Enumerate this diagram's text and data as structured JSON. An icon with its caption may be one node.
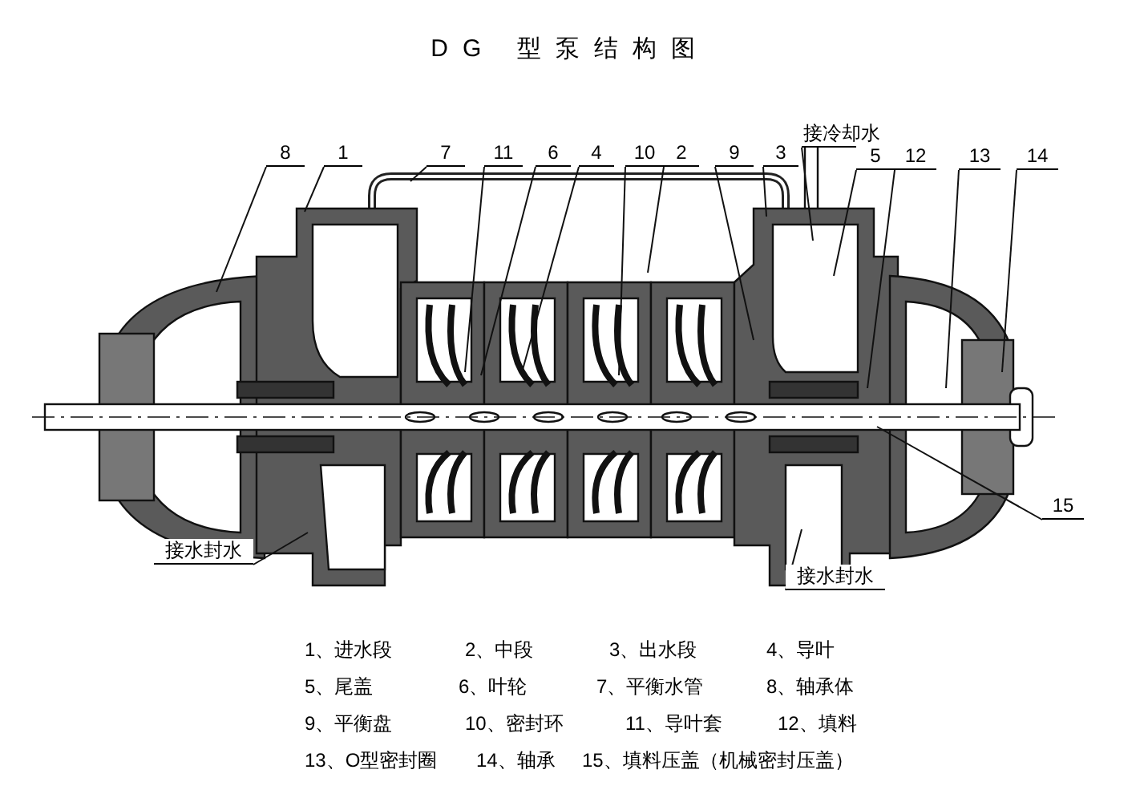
{
  "diagram": {
    "title": "DG 型泵结构图",
    "nodes": [
      {
        "text": [
          "8"
        ]
      },
      {
        "text": [
          "1"
        ]
      },
      {
        "text": [
          "7"
        ]
      },
      {
        "text": [
          "11"
        ]
      },
      {
        "text": [
          "6"
        ]
      },
      {
        "text": [
          "4"
        ]
      },
      {
        "text": [
          "10"
        ]
      },
      {
        "text": [
          "2"
        ]
      },
      {
        "text": [
          "9"
        ]
      },
      {
        "text": [
          "3"
        ]
      },
      {
        "text": [
          "接冷却水"
        ]
      },
      {
        "text": [
          "5"
        ]
      },
      {
        "text": [
          "12"
        ]
      },
      {
        "text": [
          "13"
        ]
      },
      {
        "text": [
          "14"
        ]
      },
      {
        "text": [
          "15"
        ]
      },
      {
        "text": [
          "接水封水"
        ]
      },
      {
        "text": [
          "接水封水"
        ]
      }
    ],
    "edges": [
      {
        "from": 0,
        "to": null,
        "arrow": "none"
      },
      {
        "from": 1,
        "to": null,
        "arrow": "none"
      },
      {
        "from": 2,
        "to": null,
        "arrow": "none"
      },
      {
        "from": 3,
        "to": null,
        "arrow": "none"
      },
      {
        "from": 4,
        "to": null,
        "arrow": "none"
      },
      {
        "from": 5,
        "to": null,
        "arrow": "none"
      },
      {
        "from": 6,
        "to": null,
        "arrow": "none"
      },
      {
        "from": 7,
        "to": null,
        "arrow": "none"
      },
      {
        "from": 8,
        "to": null,
        "arrow": "none"
      },
      {
        "from": 9,
        "to": null,
        "arrow": "none"
      },
      {
        "from": 10,
        "to": null,
        "arrow": "none"
      },
      {
        "from": 11,
        "to": null,
        "arrow": "none"
      },
      {
        "from": 12,
        "to": null,
        "arrow": "none"
      },
      {
        "from": 13,
        "to": null,
        "arrow": "none"
      },
      {
        "from": 14,
        "to": null,
        "arrow": "none"
      },
      {
        "from": 15,
        "to": null,
        "arrow": "none"
      },
      {
        "from": 16,
        "to": null,
        "arrow": "none"
      },
      {
        "from": 17,
        "to": null,
        "arrow": "none"
      }
    ],
    "labels": [
      "1、进水段",
      "2、中段",
      "3、出水段",
      "4、导叶",
      "5、尾盖",
      "6、叶轮",
      "7、平衡水管",
      "8、轴承体",
      "9、平衡盘",
      "10、密封环",
      "11、导叶套",
      "12、填料",
      "13、O型密封圈",
      "14、轴承",
      "15、填料压盖（机械密封压盖）"
    ]
  }
}
